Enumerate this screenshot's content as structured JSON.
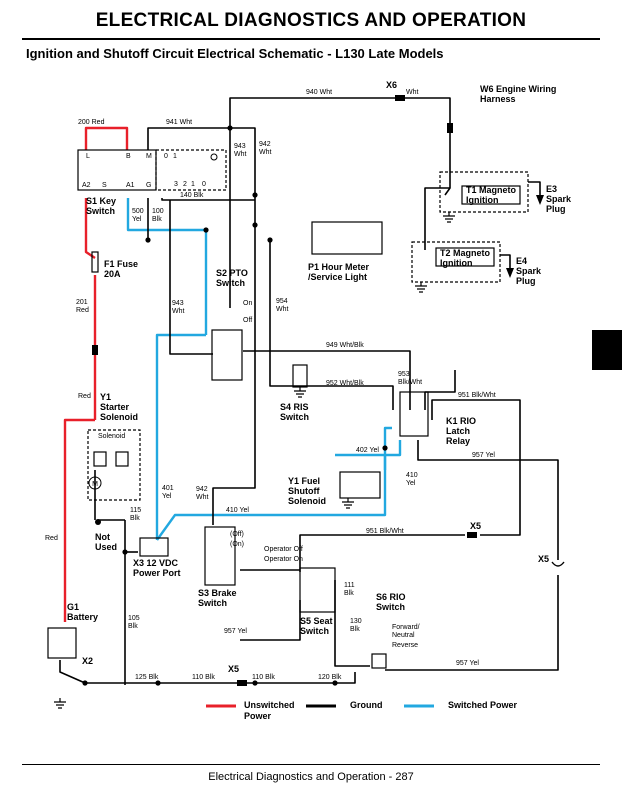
{
  "header": {
    "title": "ELECTRICAL   DIAGNOSTICS AND OPERATION",
    "subtitle": "Ignition and Shutoff Circuit Electrical Schematic - L130 Late Models"
  },
  "footer": {
    "text": "Electrical   Diagnostics and Operation  - 287"
  },
  "colors": {
    "unswitched": "#e8202a",
    "ground": "#000000",
    "switched": "#22a8e0"
  },
  "components": {
    "s1": [
      "S1 Key",
      "Switch"
    ],
    "f1": [
      "F1 Fuse",
      "20A"
    ],
    "y1s": [
      "Y1",
      "Starter",
      "Solenoid"
    ],
    "g1": [
      "G1",
      "Battery"
    ],
    "x2": "X2",
    "notused": [
      "Not",
      "Used"
    ],
    "x3": [
      "X3 12 VDC",
      "Power Port"
    ],
    "s2": [
      "S2 PTO",
      "Switch"
    ],
    "s3": [
      "S3 Brake",
      "Switch"
    ],
    "s4": [
      "S4 RIS",
      "Switch"
    ],
    "s5": [
      "S5 Seat",
      "Switch"
    ],
    "s6": [
      "S6 RIO",
      "Switch"
    ],
    "p1": [
      "P1 Hour Meter",
      "/Service Light"
    ],
    "k1": [
      "K1 RIO",
      "Latch",
      "Relay"
    ],
    "y1f": [
      "Y1 Fuel",
      "Shutoff",
      "Solenoid"
    ],
    "t1": [
      "T1 Magneto",
      "Ignition"
    ],
    "t2": [
      "T2 Magneto",
      "Ignition"
    ],
    "e3": [
      "E3",
      "Spark",
      "Plug"
    ],
    "e4": [
      "E4",
      "Spark",
      "Plug"
    ],
    "w6": [
      "W6 Engine Wiring",
      "Harness"
    ],
    "x6": "X6",
    "x5": "X5"
  },
  "key_switch_terminals": [
    "L",
    "B",
    "M",
    "A2",
    "S",
    "A1",
    "G"
  ],
  "key_positions": [
    "0",
    "1",
    "3",
    "2",
    "1",
    "0"
  ],
  "switch_states": {
    "pto_on": "On",
    "pto_off": "Off",
    "brake_off": "(Off)",
    "brake_on": "(On)",
    "seat_off": "Operator Off",
    "seat_on": "Operator On",
    "rio_fwd": "Forward/",
    "rio_neutral": "Neutral",
    "rio_rev": "Reverse",
    "motor": "M"
  },
  "wires": {
    "w200": "200 Red",
    "w941": "941 Wht",
    "w940": "940 Wht",
    "w940b": "Wht",
    "w943top": [
      "943",
      "Wht"
    ],
    "w942top": [
      "942",
      "Wht"
    ],
    "w140": "140 Blk",
    "w500": [
      "500",
      "Yel"
    ],
    "w100": [
      "100",
      "Blk"
    ],
    "w201": [
      "201",
      "Red"
    ],
    "w943mid": [
      "943",
      "Wht"
    ],
    "w954": [
      "954",
      "Wht"
    ],
    "w949": "949 Wht/Blk",
    "w952": "952 Wht/Blk",
    "w953": [
      "953",
      "Blk/Wht"
    ],
    "w951a": "951 Blk/Wht",
    "w957a": "957 Yel",
    "w402": "402 Yel",
    "w410r": [
      "410",
      "Yel"
    ],
    "w401": [
      "401",
      "Yel"
    ],
    "w942mid": [
      "942",
      "Wht"
    ],
    "w410": "410 Yel",
    "w115": [
      "115",
      "Blk"
    ],
    "w951b": "951 Blk/Wht",
    "red1": "Red",
    "red2": "Red",
    "w111": [
      "111",
      "Blk"
    ],
    "w130": [
      "130",
      "Blk"
    ],
    "w957b": "957 Yel",
    "w957c": "957 Yel",
    "w105": [
      "105",
      "Blk"
    ],
    "w125": "125 Blk",
    "w110a": "110 Blk",
    "w110b": "110 Blk",
    "w120": "120 Blk"
  },
  "legend": [
    {
      "name": "Unswitched Power",
      "lines": [
        "Unswitched",
        "Power"
      ],
      "color": "#e8202a"
    },
    {
      "name": "Ground",
      "lines": [
        "Ground"
      ],
      "color": "#000000"
    },
    {
      "name": "Switched Power",
      "lines": [
        "Switched Power"
      ],
      "color": "#22a8e0"
    }
  ]
}
